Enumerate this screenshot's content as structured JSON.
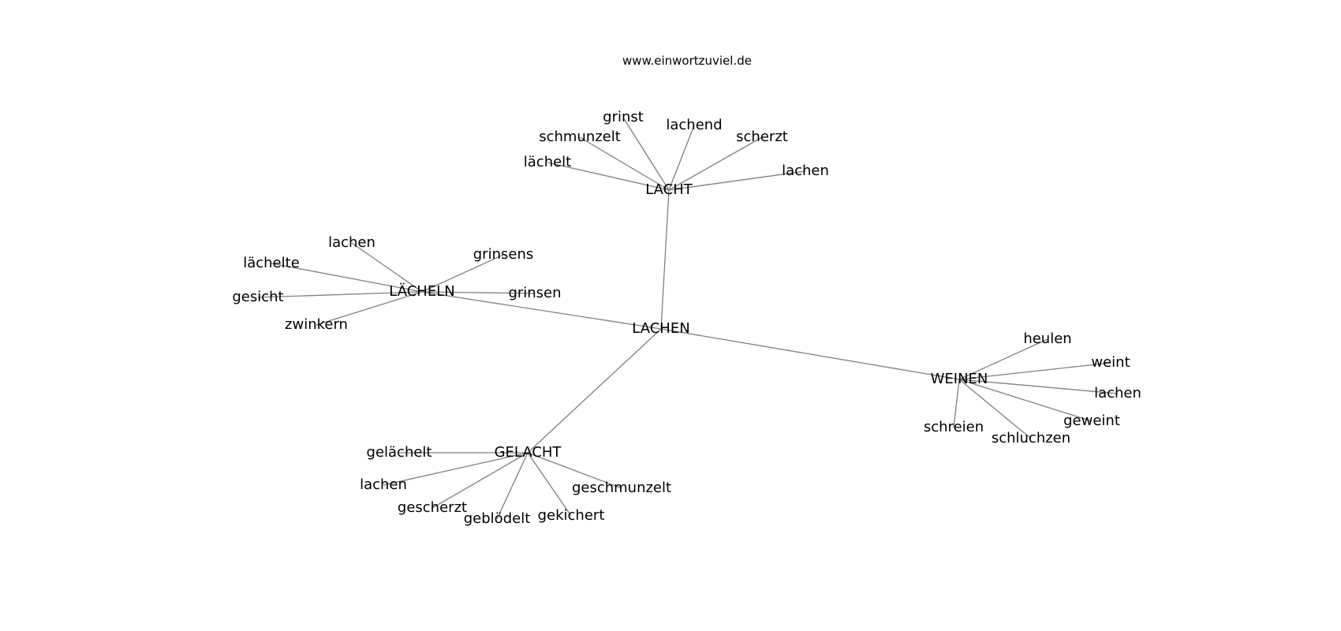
{
  "header": {
    "source": "www.einwortzuviel.de"
  },
  "colors": {
    "edge": "#808080",
    "text": "#000000",
    "background": "#ffffff"
  },
  "graph": {
    "nodes": [
      {
        "id": "LACHEN",
        "label": "LACHEN"
      },
      {
        "id": "LACHT",
        "label": "LACHT"
      },
      {
        "id": "LACHELN",
        "label": "LÄCHELN"
      },
      {
        "id": "WEINEN",
        "label": "WEINEN"
      },
      {
        "id": "GELACHT",
        "label": "GELACHT"
      },
      {
        "id": "lacht_grinst",
        "label": "grinst"
      },
      {
        "id": "lacht_lachend",
        "label": "lachend"
      },
      {
        "id": "lacht_schmunzelt",
        "label": "schmunzelt"
      },
      {
        "id": "lacht_scherzt",
        "label": "scherzt"
      },
      {
        "id": "lacht_laechelt",
        "label": "lächelt"
      },
      {
        "id": "lacht_lachen",
        "label": "lachen"
      },
      {
        "id": "laecheln_lachen",
        "label": "lachen"
      },
      {
        "id": "laecheln_laechelte",
        "label": "lächelte"
      },
      {
        "id": "laecheln_grinsens",
        "label": "grinsens"
      },
      {
        "id": "laecheln_gesicht",
        "label": "gesicht"
      },
      {
        "id": "laecheln_grinsen",
        "label": "grinsen"
      },
      {
        "id": "laecheln_zwinkern",
        "label": "zwinkern"
      },
      {
        "id": "weinen_heulen",
        "label": "heulen"
      },
      {
        "id": "weinen_weint",
        "label": "weint"
      },
      {
        "id": "weinen_lachen",
        "label": "lachen"
      },
      {
        "id": "weinen_geweint",
        "label": "geweint"
      },
      {
        "id": "weinen_schreien",
        "label": "schreien"
      },
      {
        "id": "weinen_schluchzen",
        "label": "schluchzen"
      },
      {
        "id": "gelacht_gelaechelt",
        "label": "gelächelt"
      },
      {
        "id": "gelacht_lachen",
        "label": "lachen"
      },
      {
        "id": "gelacht_geschmunzelt",
        "label": "geschmunzelt"
      },
      {
        "id": "gelacht_gescherzt",
        "label": "gescherzt"
      },
      {
        "id": "gelacht_gekichert",
        "label": "gekichert"
      },
      {
        "id": "gelacht_gebloedelt",
        "label": "geblödelt"
      }
    ],
    "edges": [
      [
        "LACHEN",
        "LACHT"
      ],
      [
        "LACHEN",
        "LACHELN"
      ],
      [
        "LACHEN",
        "WEINEN"
      ],
      [
        "LACHEN",
        "GELACHT"
      ],
      [
        "LACHT",
        "lacht_grinst"
      ],
      [
        "LACHT",
        "lacht_lachend"
      ],
      [
        "LACHT",
        "lacht_schmunzelt"
      ],
      [
        "LACHT",
        "lacht_scherzt"
      ],
      [
        "LACHT",
        "lacht_laechelt"
      ],
      [
        "LACHT",
        "lacht_lachen"
      ],
      [
        "LACHELN",
        "laecheln_lachen"
      ],
      [
        "LACHELN",
        "laecheln_laechelte"
      ],
      [
        "LACHELN",
        "laecheln_grinsens"
      ],
      [
        "LACHELN",
        "laecheln_gesicht"
      ],
      [
        "LACHELN",
        "laecheln_grinsen"
      ],
      [
        "LACHELN",
        "laecheln_zwinkern"
      ],
      [
        "WEINEN",
        "weinen_heulen"
      ],
      [
        "WEINEN",
        "weinen_weint"
      ],
      [
        "WEINEN",
        "weinen_lachen"
      ],
      [
        "WEINEN",
        "weinen_geweint"
      ],
      [
        "WEINEN",
        "weinen_schreien"
      ],
      [
        "WEINEN",
        "weinen_schluchzen"
      ],
      [
        "GELACHT",
        "gelacht_gelaechelt"
      ],
      [
        "GELACHT",
        "gelacht_lachen"
      ],
      [
        "GELACHT",
        "gelacht_geschmunzelt"
      ],
      [
        "GELACHT",
        "gelacht_gescherzt"
      ],
      [
        "GELACHT",
        "gelacht_gekichert"
      ],
      [
        "GELACHT",
        "gelacht_gebloedelt"
      ]
    ]
  }
}
